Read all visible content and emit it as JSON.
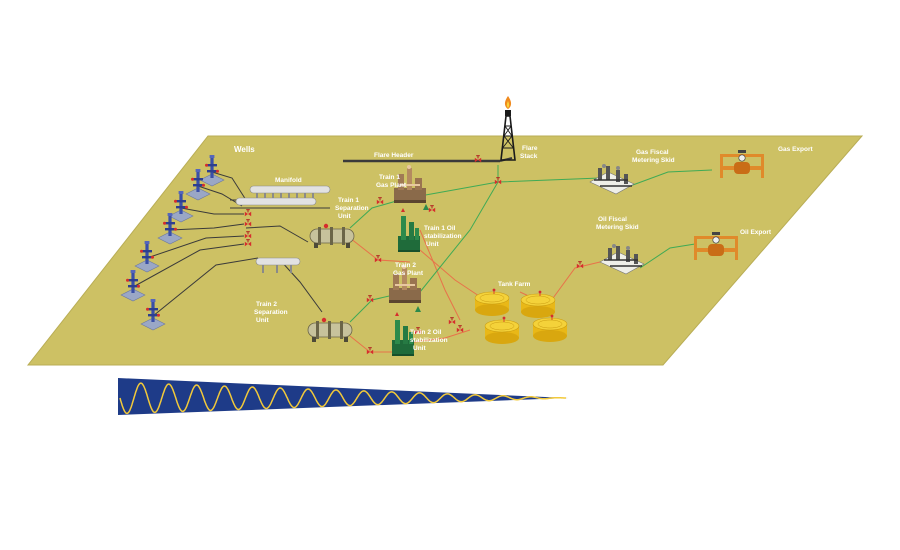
{
  "colors": {
    "ground": "#cdc164",
    "ground_edge": "#b9ad55",
    "oil_line": "#e8724a",
    "gas_line": "#3faa55",
    "flow_line": "#3a3a3a",
    "valve": "#d62d2d",
    "tank": "#f0c419",
    "frame": "#e08a2a",
    "wave_fill": "#1e3b88",
    "wave_line": "#f2c93a"
  },
  "labels": {
    "wells": "Wells",
    "manifold": "Manifold",
    "flare_header": "Flare Header",
    "flare_stack_1": "Flare",
    "flare_stack_2": "Stack",
    "train1_sep_1": "Train 1",
    "train1_sep_2": "Separation",
    "train1_sep_3": "Unit",
    "train1_gas_1": "Train 1",
    "train1_gas_2": "Gas Plant",
    "train1_oil_1": "Train 1 Oil",
    "train1_oil_2": "stabilization",
    "train1_oil_3": "Unit",
    "train2_gas_1": "Train 2",
    "train2_gas_2": "Gas Plant",
    "train2_sep_1": "Train 2",
    "train2_sep_2": "Separation",
    "train2_sep_3": "Unit",
    "train2_oil_1": "Train 2 Oil",
    "train2_oil_2": "stabilization",
    "train2_oil_3": "Unit",
    "tank_farm": "Tank Farm",
    "gas_fiscal_1": "Gas Fiscal",
    "gas_fiscal_2": "Metering Skid",
    "oil_fiscal_1": "Oil Fiscal",
    "oil_fiscal_2": "Metering Skid",
    "gas_export": "Gas Export",
    "oil_export": "Oil Export"
  },
  "icons": {
    "wellhead": "wellhead-icon",
    "valve": "valve-icon",
    "separator": "separator-icon",
    "gas_plant": "gas-plant-icon",
    "stabilizer": "stabilization-column-icon",
    "storage_tank": "storage-tank-icon",
    "metering_skid": "metering-skid-icon",
    "export_station": "export-station-icon",
    "flare_derrick": "flare-stack-icon"
  }
}
